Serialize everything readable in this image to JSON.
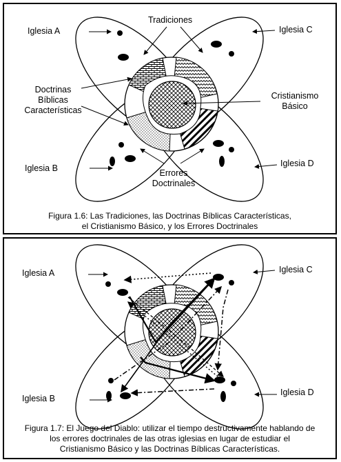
{
  "figure1": {
    "labels": {
      "iglesia_a": "Iglesia A",
      "iglesia_b": "Iglesia B",
      "iglesia_c": "Iglesia C",
      "iglesia_d": "Iglesia D",
      "tradiciones": "Tradiciones",
      "doctrinas_line1": "Doctrinas",
      "doctrinas_line2": "Bíblicas",
      "doctrinas_line3": "Características",
      "cristianismo_line1": "Cristianismo",
      "cristianismo_line2": "Básico",
      "errores_line1": "Errores",
      "errores_line2": "Doctrinales"
    },
    "caption_line1": "Figura 1.6:  Las Tradiciones, las Doctrinas Bíblicas Características,",
    "caption_line2": "el Cristianismo Básico, y los Errores Doctrinales"
  },
  "figure2": {
    "labels": {
      "iglesia_a": "Iglesia A",
      "iglesia_b": "Iglesia B",
      "iglesia_c": "Iglesia C",
      "iglesia_d": "Iglesia D"
    },
    "caption_line1": "Figura 1.7:  El Juego del Diablo: utilizar el tiempo destructivamente hablando de",
    "caption_line2": "los errores doctrinales de las otras iglesias en lugar de estudiar el",
    "caption_line3": "Cristianismo Básico y las Doctrinas Bíblicas Características."
  }
}
